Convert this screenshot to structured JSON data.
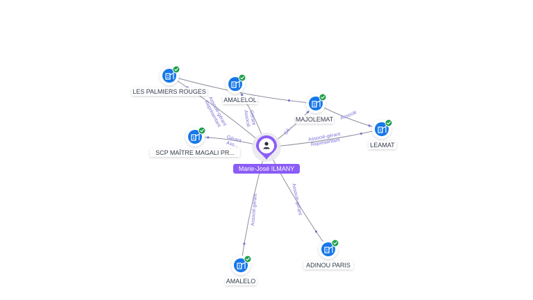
{
  "colors": {
    "edge": "#8a8f9c",
    "edge_label": "#7b6fd6",
    "company_icon_bg": "#1677e8",
    "verified_badge": "#1e9e4a",
    "person_accent": "#8b5cf6"
  },
  "center": {
    "label": "Marie-José ILMANY",
    "icon": "person-icon"
  },
  "companies": [
    {
      "id": "palmiers",
      "label": "LES PALMIERS ROUGES",
      "icon": "building-icon",
      "verified": true
    },
    {
      "id": "amalelol",
      "label": "AMALELOL",
      "icon": "building-icon",
      "verified": true
    },
    {
      "id": "majolemat",
      "label": "MAJOLEMAT",
      "icon": "building-icon",
      "verified": true
    },
    {
      "id": "leamat",
      "label": "LEAMAT",
      "icon": "building-icon",
      "verified": true
    },
    {
      "id": "scp",
      "label": "SCP MAÎTRE MAGALI PR...",
      "icon": "building-icon",
      "verified": true
    },
    {
      "id": "adinou",
      "label": "ADINOU PARIS",
      "icon": "building-icon",
      "verified": true
    },
    {
      "id": "amalelo",
      "label": "AMALELO",
      "icon": "building-icon",
      "verified": true
    }
  ],
  "edges": [
    {
      "from": "center",
      "to": "palmiers",
      "labels": [
        "Associé-gérant",
        "Représentant"
      ]
    },
    {
      "from": "center",
      "to": "amalelol",
      "labels": [
        "Gérant",
        "Associé"
      ]
    },
    {
      "from": "center",
      "to": "majolemat",
      "labels": [
        "Gé..."
      ]
    },
    {
      "from": "center",
      "to": "leamat",
      "labels": [
        "Associé-gérant",
        "Représentant"
      ]
    },
    {
      "from": "center",
      "to": "scp",
      "labels": [
        "Gérant",
        "Ass..."
      ]
    },
    {
      "from": "center",
      "to": "adinou",
      "labels": [
        "Associé-gérant"
      ]
    },
    {
      "from": "center",
      "to": "amalelo",
      "labels": [
        "Associé-gérant"
      ]
    },
    {
      "from": "majolemat",
      "to": "leamat",
      "labels": [
        "Associé"
      ]
    },
    {
      "from": "palmiers",
      "to": "majolemat",
      "labels": []
    }
  ]
}
